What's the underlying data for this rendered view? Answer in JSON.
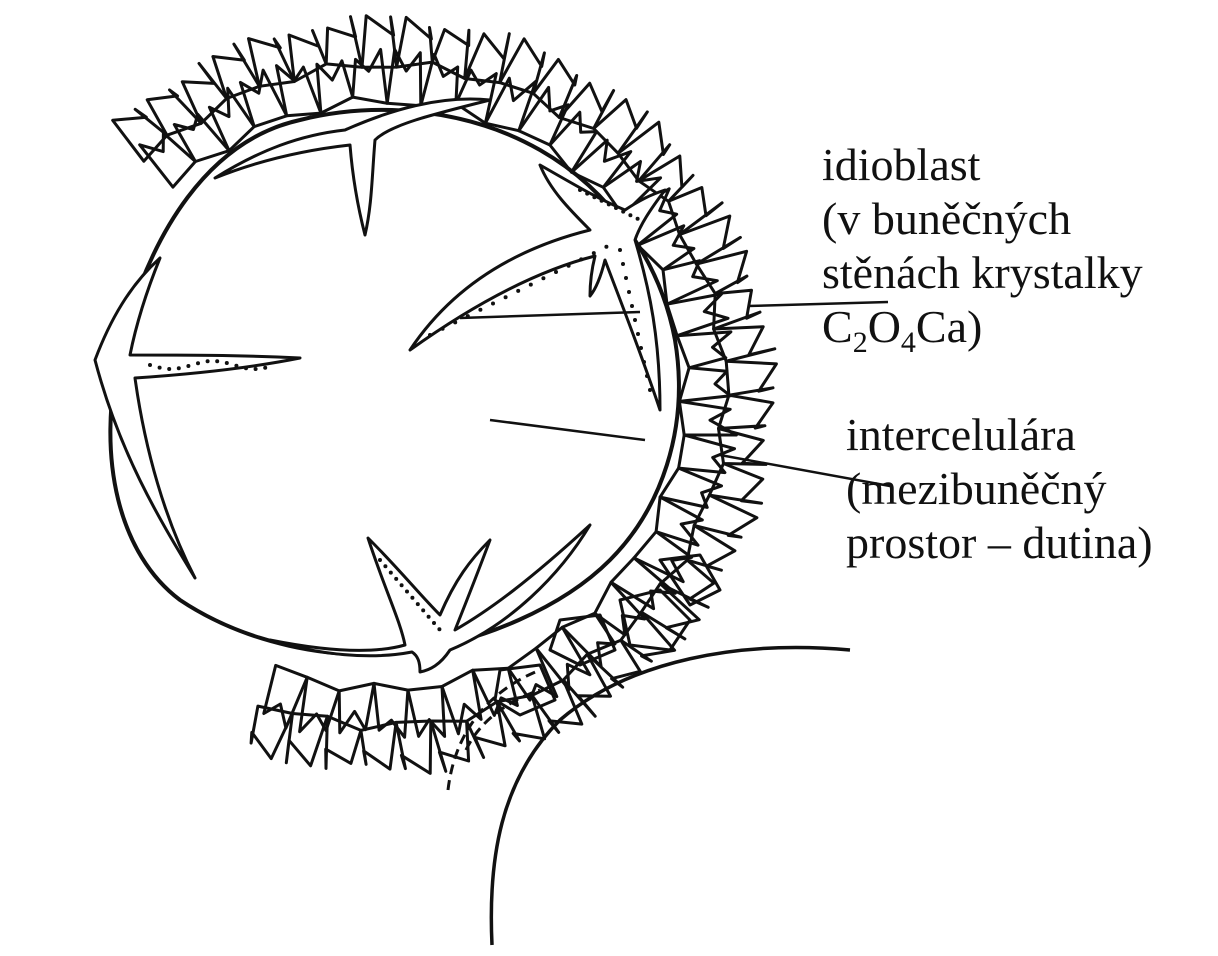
{
  "labels": {
    "idioblast": {
      "lines": [
        "idioblast",
        "(v buněčných",
        "stěnách krystalky"
      ],
      "formula": {
        "c": "C",
        "c_sub": "2",
        "o": "O",
        "o_sub": "4",
        "rest": "Ca)"
      }
    },
    "intercellular": {
      "lines": [
        "intercelulára",
        "(mezibuněčný",
        "prostor – dutina)"
      ]
    }
  },
  "colors": {
    "ink": "#111111",
    "background": "#ffffff",
    "crystal_fill": "#ffffff"
  }
}
